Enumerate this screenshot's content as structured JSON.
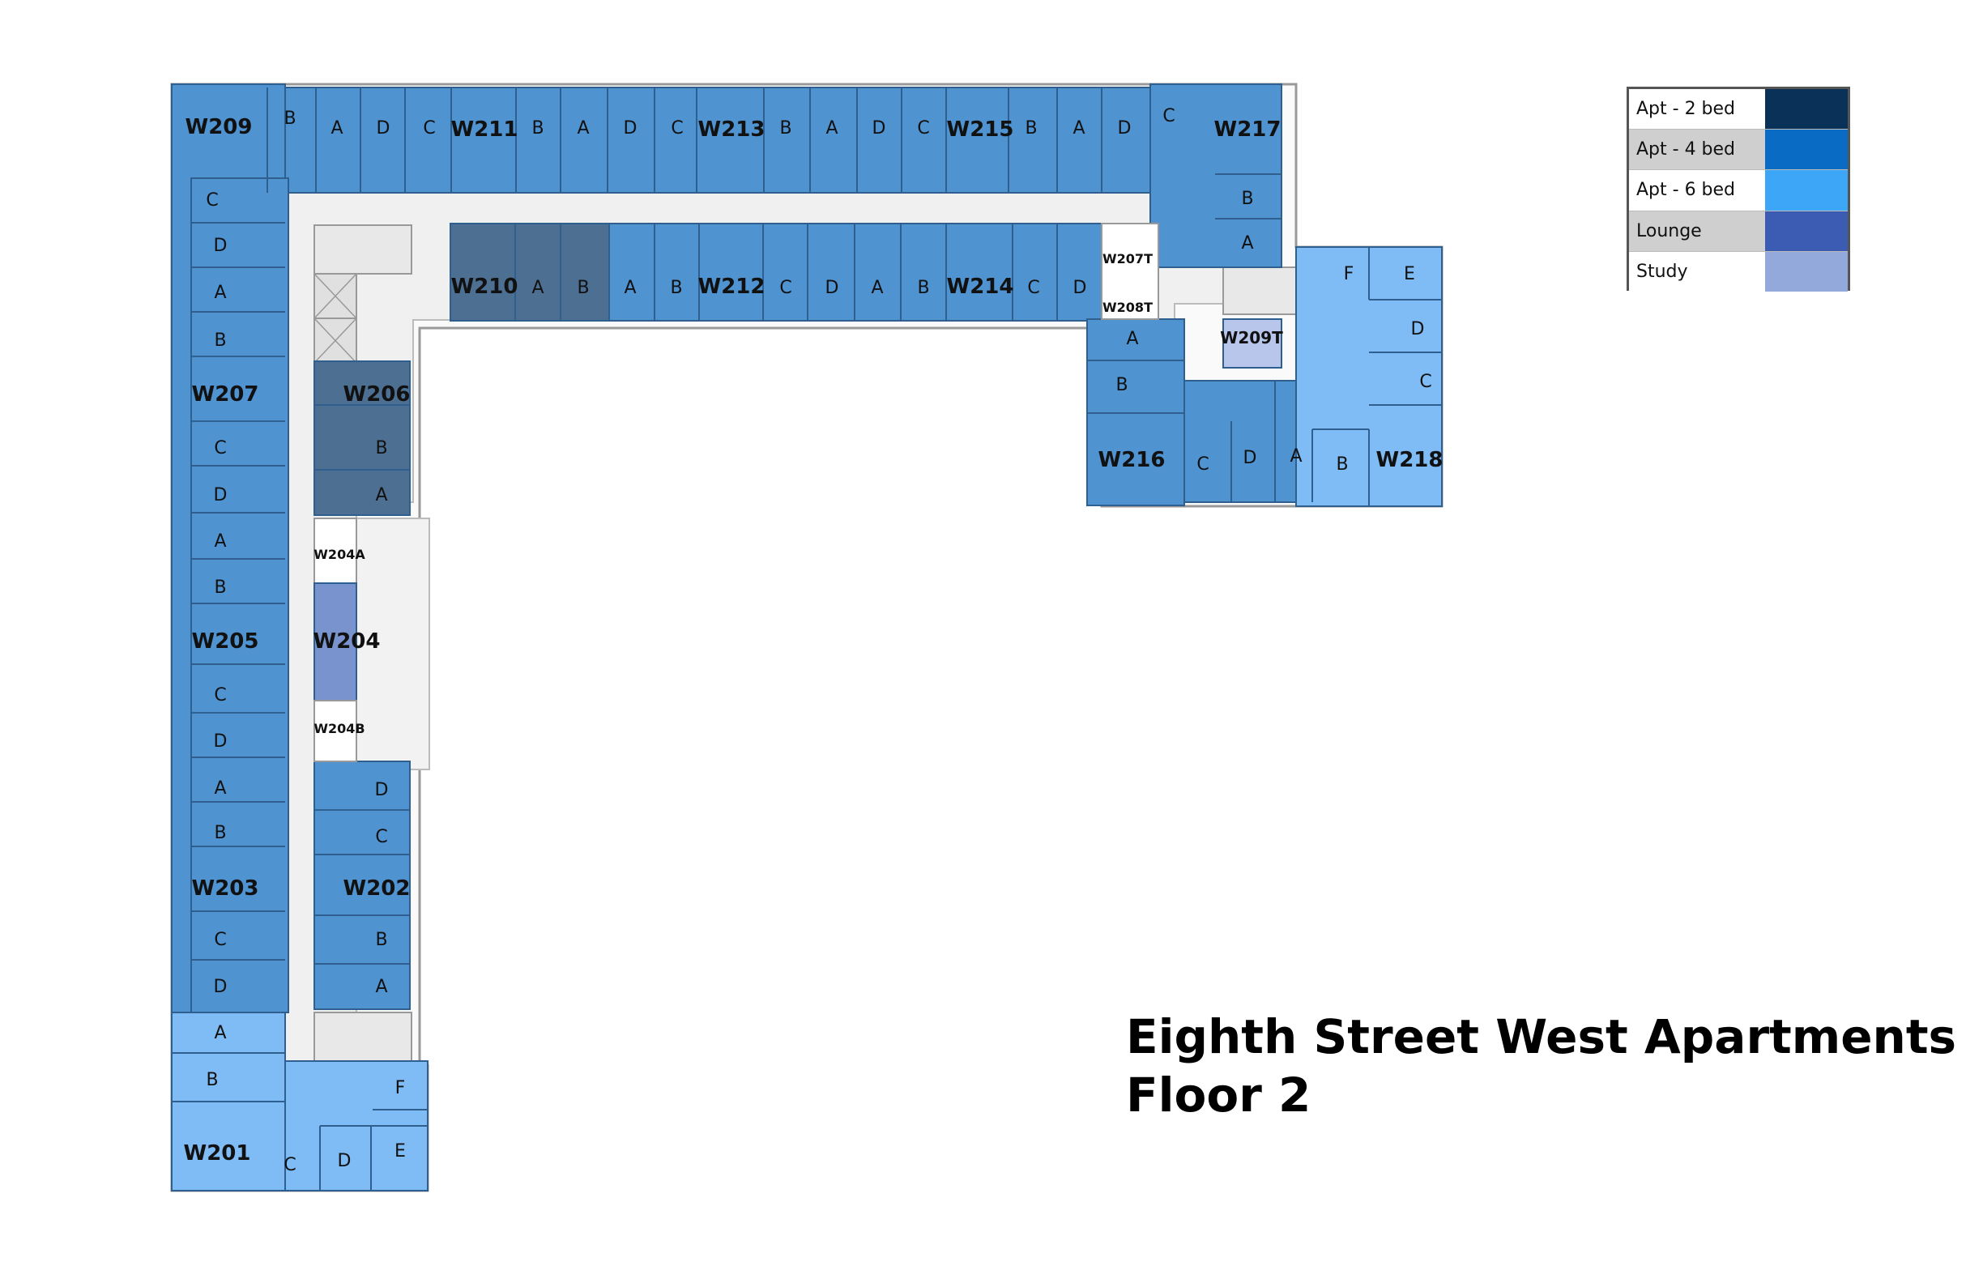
{
  "title": {
    "line1": "Eighth Street West Apartments",
    "line2": "Floor 2"
  },
  "legend": [
    {
      "label": "Apt - 2 bed",
      "color": "#0a3158",
      "row_bg": "#ffffff"
    },
    {
      "label": "Apt - 4 bed",
      "color": "#0a6bc4",
      "row_bg": "#cfcfcf"
    },
    {
      "label": "Apt - 6 bed",
      "color": "#3ea6f7",
      "row_bg": "#ffffff"
    },
    {
      "label": "Lounge",
      "color": "#3c5cb3",
      "row_bg": "#cfcfcf"
    },
    {
      "label": "Study",
      "color": "#93a9db",
      "row_bg": "#ffffff"
    }
  ],
  "colors": {
    "apt2": "#4d6f92",
    "apt4": "#4f93d1",
    "apt6": "#7fbcf6",
    "lounge": "#7893cd",
    "study": "#b9c6ec",
    "corridor": "#f0f0f0",
    "wall": "#888888"
  },
  "apartments": [
    {
      "id": "W201",
      "type": "apt6"
    },
    {
      "id": "W202",
      "type": "apt4"
    },
    {
      "id": "W203",
      "type": "apt4"
    },
    {
      "id": "W204",
      "type": "lounge"
    },
    {
      "id": "W204A",
      "type": "other"
    },
    {
      "id": "W204B",
      "type": "other"
    },
    {
      "id": "W205",
      "type": "apt4"
    },
    {
      "id": "W206",
      "type": "apt2"
    },
    {
      "id": "W207",
      "type": "apt4"
    },
    {
      "id": "W207T",
      "type": "other"
    },
    {
      "id": "W208T",
      "type": "other"
    },
    {
      "id": "W209",
      "type": "apt4"
    },
    {
      "id": "W209T",
      "type": "study"
    },
    {
      "id": "W210",
      "type": "apt2"
    },
    {
      "id": "W211",
      "type": "apt4"
    },
    {
      "id": "W212",
      "type": "apt4"
    },
    {
      "id": "W213",
      "type": "apt4"
    },
    {
      "id": "W214",
      "type": "apt4"
    },
    {
      "id": "W215",
      "type": "apt4"
    },
    {
      "id": "W216",
      "type": "apt4"
    },
    {
      "id": "W217",
      "type": "apt4"
    },
    {
      "id": "W218",
      "type": "apt6"
    }
  ],
  "bedroom_letters": [
    "A",
    "B",
    "C",
    "D",
    "E",
    "F"
  ]
}
